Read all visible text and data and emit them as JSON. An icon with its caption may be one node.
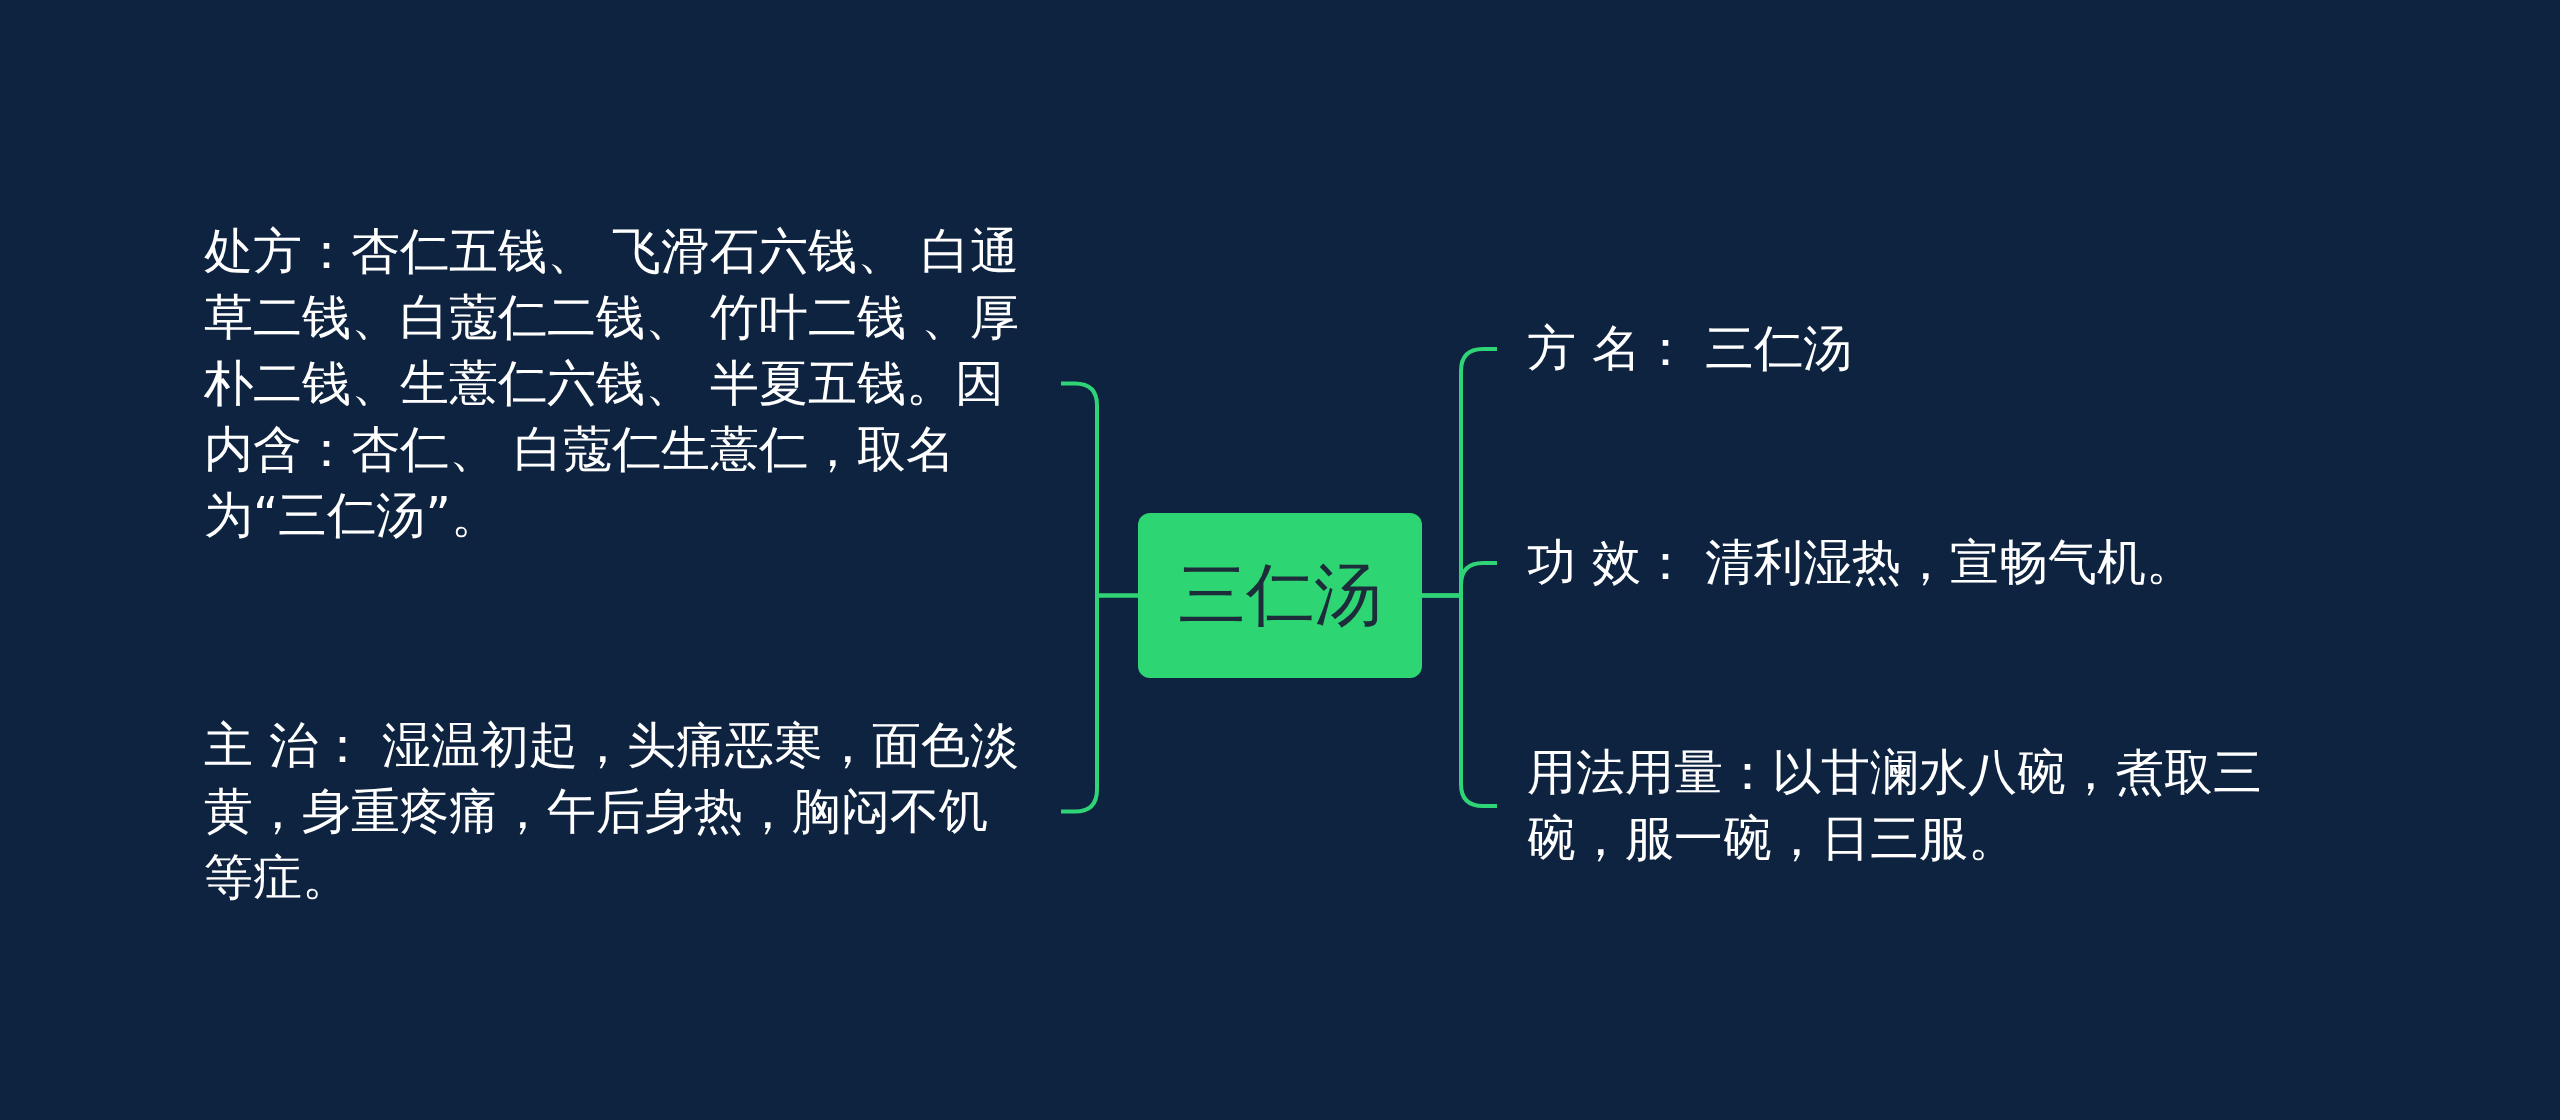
{
  "diagram": {
    "nodes": [
      {
        "text": [
          "三仁汤"
        ]
      },
      {
        "text": [
          "处方：杏仁五钱、 飞滑石六钱、 白通草二钱、白蔻仁二钱、 竹叶二钱 、厚朴二钱、生薏仁六钱、 半夏五钱。因内含：杏仁、 白蔻仁生薏仁，取名为“三仁汤”。"
        ]
      },
      {
        "text": [
          "主 治： 湿温初起，头痛恶寒，面色淡黄，身重疼痛，午后身热，胸闷不饥等症。"
        ]
      },
      {
        "text": [
          "方 名： 三仁汤"
        ]
      },
      {
        "text": [
          "功 效： 清利湿热，宣畅气机。"
        ]
      },
      {
        "text": [
          "用法用量：以甘澜水八碗，煮取三碗，服一碗，日三服。"
        ]
      }
    ],
    "edges": [
      {
        "from": 0,
        "to": 1,
        "arrow": "none"
      },
      {
        "from": 0,
        "to": 2,
        "arrow": "none"
      },
      {
        "from": 0,
        "to": 3,
        "arrow": "none"
      },
      {
        "from": 0,
        "to": 4,
        "arrow": "none"
      },
      {
        "from": 0,
        "to": 5,
        "arrow": "none"
      }
    ]
  }
}
